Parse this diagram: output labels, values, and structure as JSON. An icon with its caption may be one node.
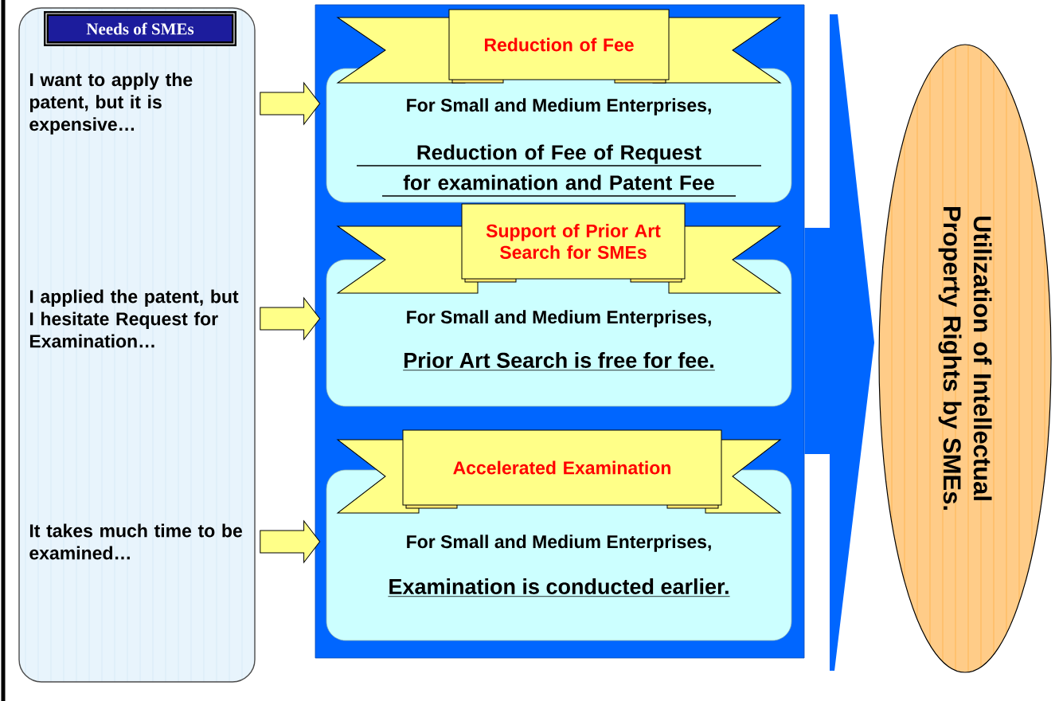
{
  "diagram": {
    "nodes": [
      {
        "text": [
          "Needs of SMEs"
        ]
      },
      {
        "text": [
          "I want to apply the patent, but it is expensive…"
        ],
        "in": 0
      },
      {
        "text": [
          "I applied the patent, but I hesitate Request for Examination…"
        ],
        "in": 0
      },
      {
        "text": [
          "It takes much time to be examined…"
        ],
        "in": 0
      },
      {
        "text": [],
        "shape": "box"
      },
      {
        "text": [
          "Reduction of Fee",
          "For Small and Medium Enterprises,",
          "Reduction of Fee of Request for examination and Patent Fee"
        ],
        "in": 4
      },
      {
        "text": [
          "Support of Prior Art Search for SMEs",
          "For Small and Medium Enterprises,",
          "Prior Art Search is free for fee."
        ],
        "in": 4
      },
      {
        "text": [
          "Accelerated Examination",
          "For Small and Medium Enterprises,",
          "Examination is conducted earlier."
        ],
        "in": 4
      },
      {
        "text": [
          "Utilization of Intellectual Property Rights by SMEs."
        ]
      }
    ],
    "edges": [
      {
        "from": 1,
        "to": 5,
        "arrow": "to"
      },
      {
        "from": 2,
        "to": 6,
        "arrow": "to"
      },
      {
        "from": 3,
        "to": 7,
        "arrow": "to"
      },
      {
        "from": 4,
        "to": 8,
        "arrow": "to",
        "color": "#0066ff"
      }
    ]
  }
}
